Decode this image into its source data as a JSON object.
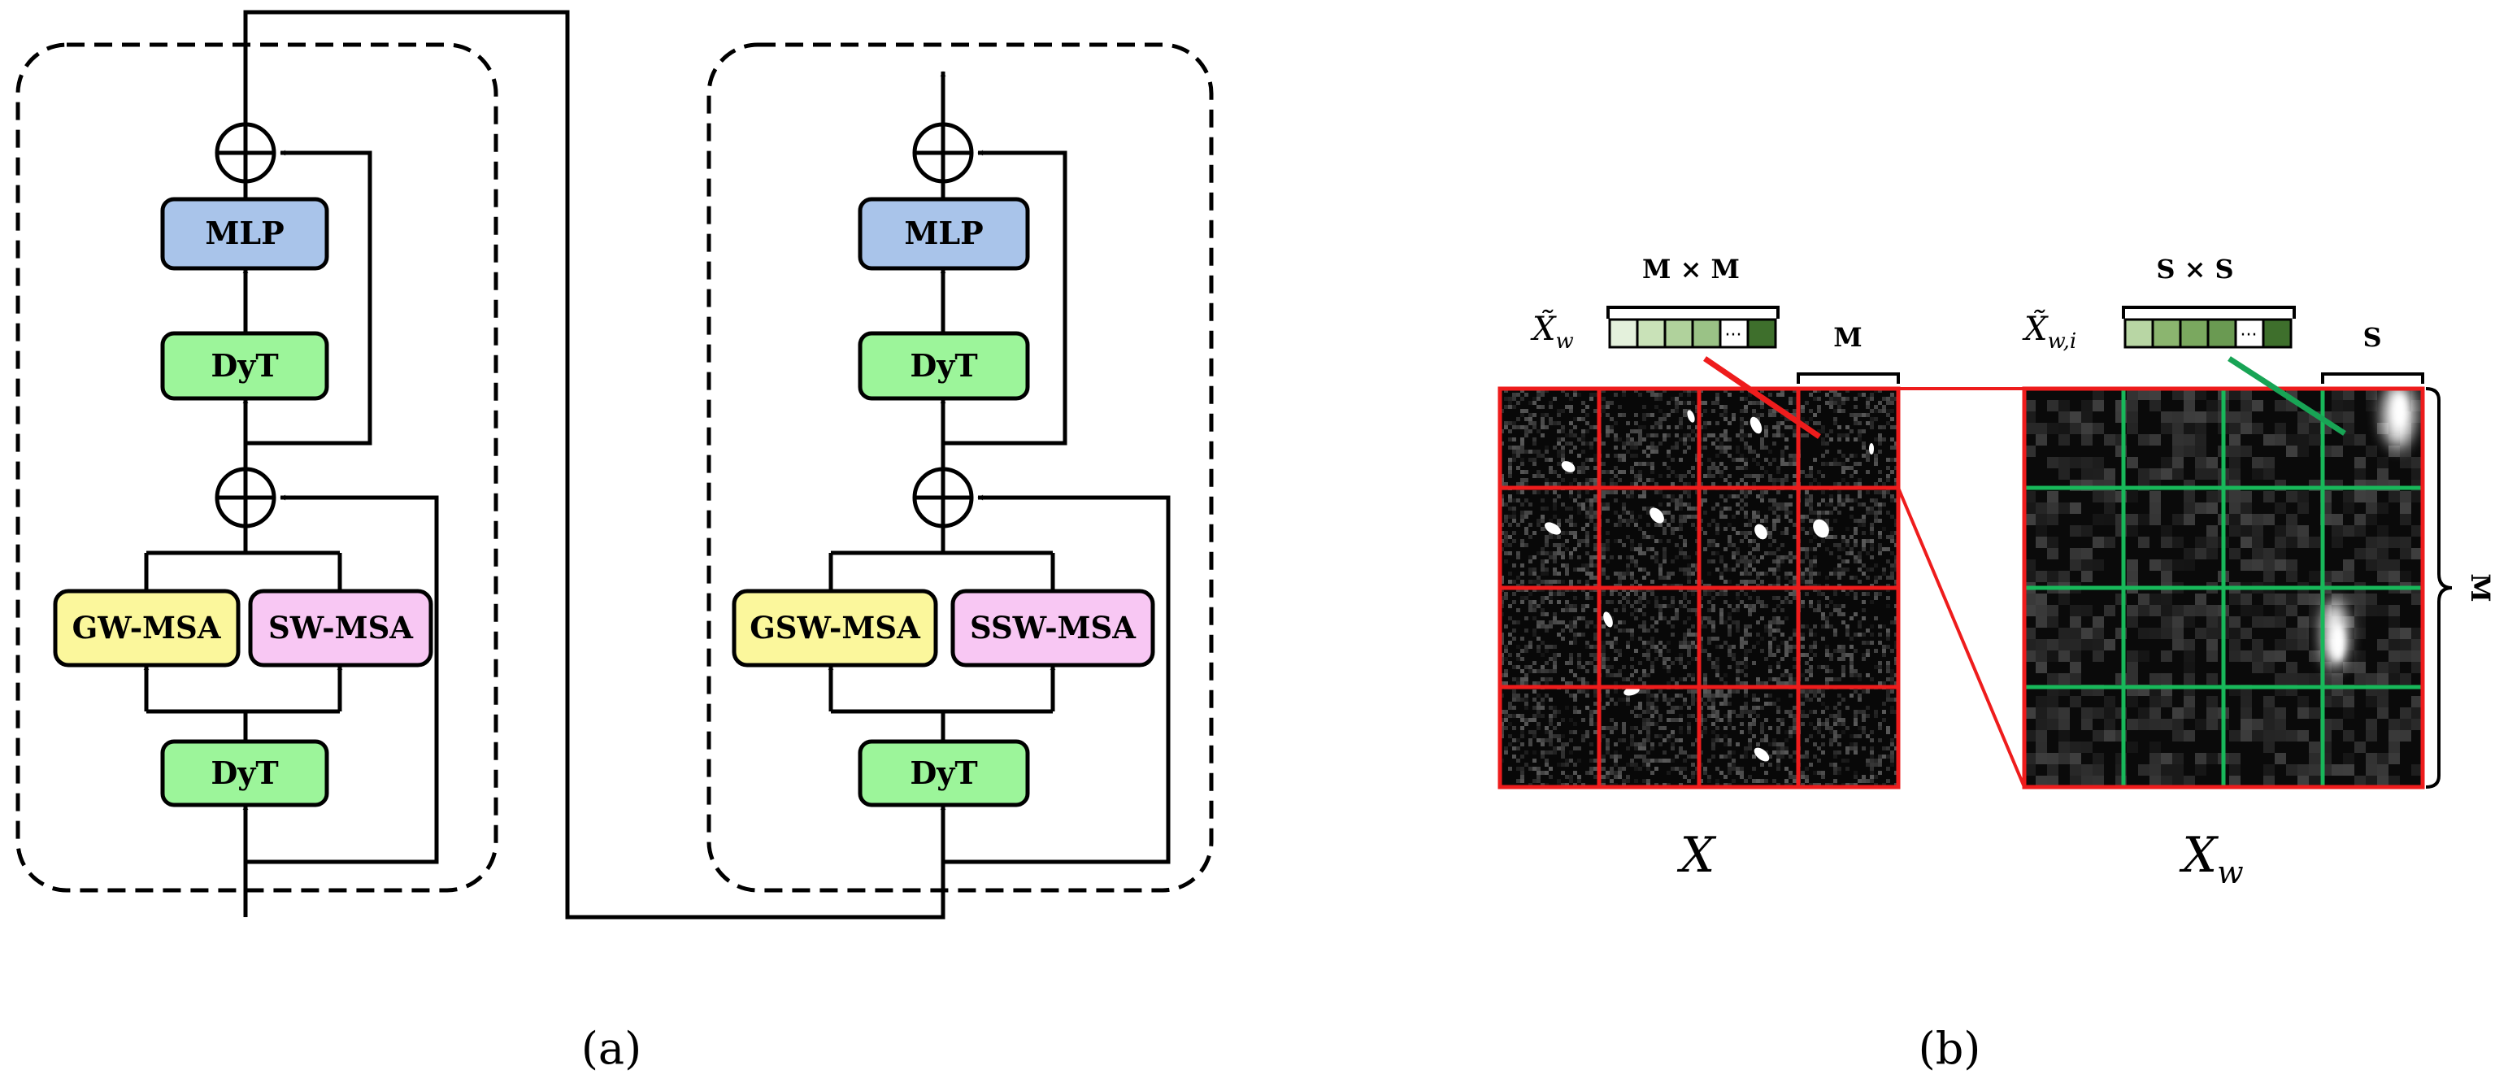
{
  "panel_a": {
    "caption": "(a)",
    "block1": {
      "top_norm": "DyT",
      "mlp": "MLP",
      "bottom_norm": "DyT",
      "attn_left": "GW-MSA",
      "attn_right": "SW-MSA"
    },
    "block2": {
      "top_norm": "DyT",
      "mlp": "MLP",
      "bottom_norm": "DyT",
      "attn_left": "GSW-MSA",
      "attn_right": "SSW-MSA"
    }
  },
  "panel_b": {
    "caption": "(b)",
    "left": {
      "token_symbol": "X̃",
      "token_sub": "w",
      "token_dims": "M × M",
      "window_label": "M",
      "image_label": "X"
    },
    "right": {
      "token_symbol": "X̃",
      "token_sub": "w,i",
      "token_dims": "S × S",
      "window_label": "S",
      "side_label": "M",
      "image_label": "X",
      "image_sub": "w"
    }
  },
  "colors": {
    "mlp_fill": "#a9c4ea",
    "dyt_fill": "#9cf59a",
    "attn_yellow_fill": "#fbf79c",
    "attn_pink_fill": "#f8c7f3",
    "window_grid": "#ee1c1c",
    "subgrid": "#18b85a",
    "token_shades": [
      "#e4f1dc",
      "#b8d6a4",
      "#8bb56f",
      "#6a9a52",
      "#3e6f2c"
    ]
  }
}
